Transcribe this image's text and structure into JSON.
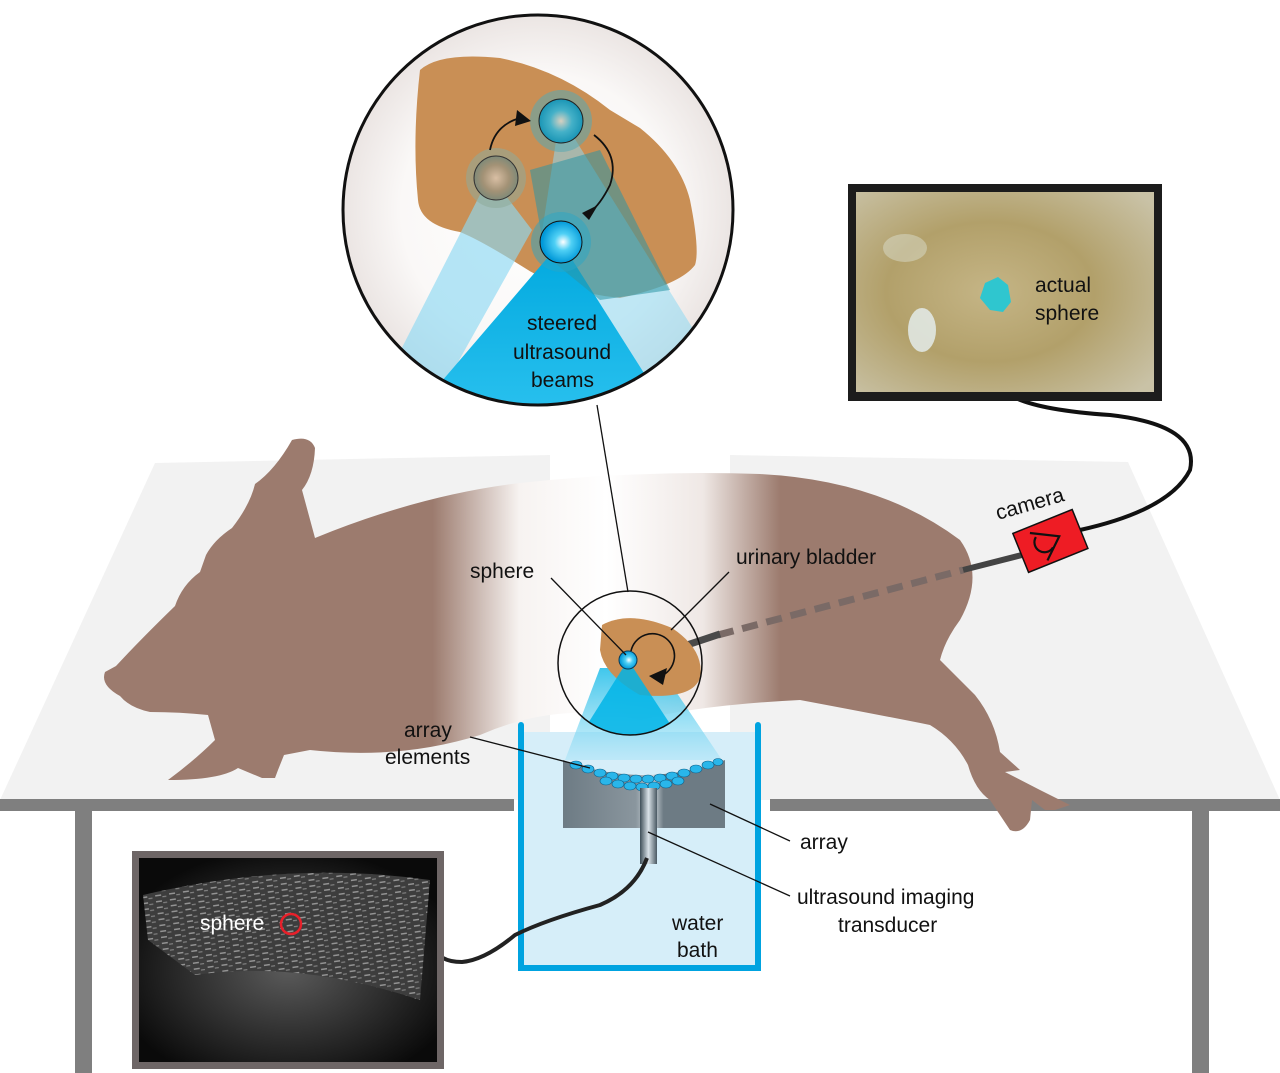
{
  "figure": {
    "labels": {
      "steered_beams": [
        "steered",
        "ultrasound",
        "beams"
      ],
      "actual_sphere": [
        "actual",
        "sphere"
      ],
      "camera": "camera",
      "sphere": "sphere",
      "urinary_bladder": "urinary bladder",
      "array_elements": [
        "array",
        "elements"
      ],
      "array": "array",
      "transducer": [
        "ultrasound imaging",
        "transducer"
      ],
      "water_bath": [
        "water",
        "bath"
      ],
      "ultrasound_sphere": "sphere"
    },
    "colors": {
      "pig": "#9c7b6e",
      "bladder": "#c98f55",
      "beam": "#00b4e6",
      "table_top": "#f2f2f2",
      "table_frame": "#7f7f7f",
      "camera_body": "#ee1c24",
      "water": "#d6eef9",
      "tank_wall": "#00a3e0",
      "monitor_frame": "#1c1c1c",
      "ultrasound_frame": "#6e6666",
      "highlight_ring": "#e8202a"
    },
    "icons": {
      "camera": "camera-eye-icon",
      "rotation": "circular-arrow-icon"
    }
  }
}
